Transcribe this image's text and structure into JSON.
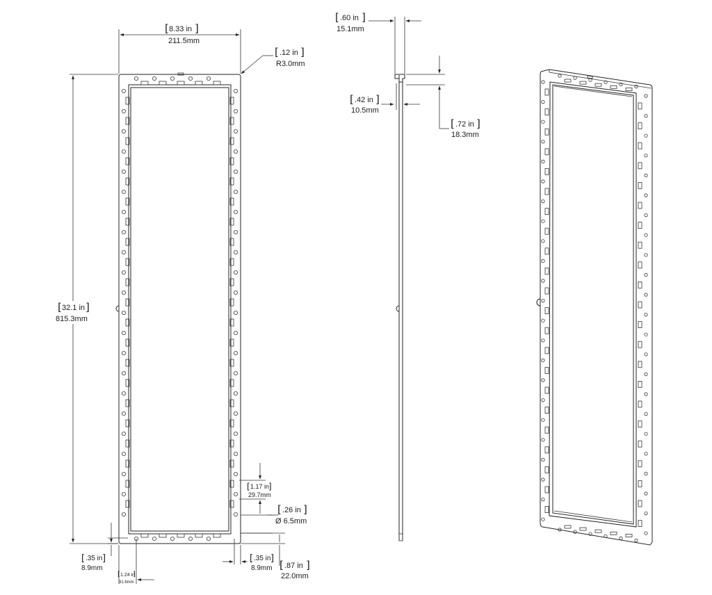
{
  "drawing": {
    "front_view": {
      "width_dim": {
        "in": "8.33 in",
        "mm": "211.5mm"
      },
      "height_dim": {
        "in": "32.1 in",
        "mm": "815.3mm"
      },
      "corner_radius_dim": {
        "in": ".12 in",
        "mm": "R3.0mm"
      },
      "hole_spacing_dim": {
        "in": "1.17 in",
        "mm": "29.7mm"
      },
      "hole_diameter_dim": {
        "in": ".26 in",
        "mm": "Ø 6.5mm"
      },
      "bottom_left_offset_dim": {
        "in": ".35 in",
        "mm": "8.9mm"
      },
      "bottom_first_hole_dim": {
        "in": "1.24 in",
        "mm": "31.6mm"
      },
      "bottom_right_offset_dim": {
        "in": ".35 in",
        "mm": "8.9mm"
      },
      "bottom_right_hole_dim": {
        "in": ".87 in",
        "mm": "22.0mm"
      }
    },
    "side_view": {
      "depth_dim": {
        "in": ".60 in",
        "mm": "15.1mm"
      },
      "flange_dim": {
        "in": ".42 in",
        "mm": "10.5mm"
      },
      "height_dim": {
        "in": ".72 in",
        "mm": "18.3mm"
      }
    }
  }
}
